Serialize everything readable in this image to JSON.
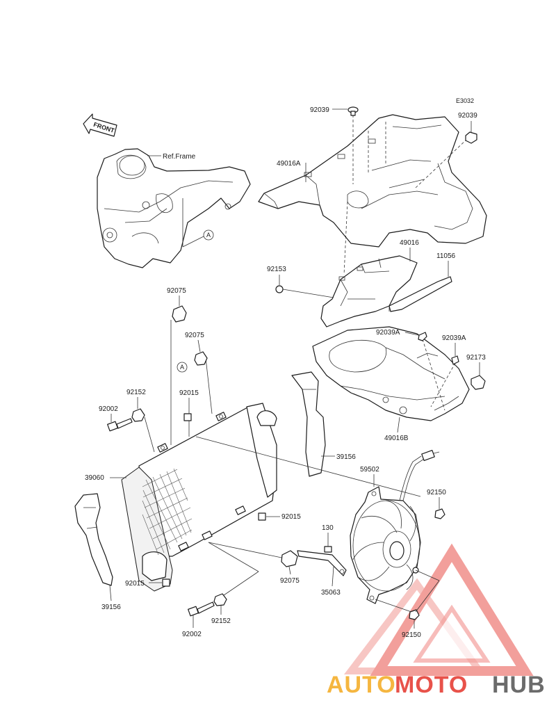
{
  "front_arrow": "FRONT",
  "ref_frame": "Ref.Frame",
  "ref_marker": "A",
  "labels": {
    "e3032": "E3032",
    "p92039_top": "92039",
    "p92039_right": "92039",
    "p49016a": "49016A",
    "p49016": "49016",
    "p11056": "11056",
    "p92153": "92153",
    "p92039a_left": "92039A",
    "p92039a_right": "92039A",
    "p92173": "92173",
    "p49016b": "49016B",
    "p92075_a": "92075",
    "p92075_b": "92075",
    "p92152_top": "92152",
    "p92002_top": "92002",
    "p92015_top": "92015",
    "p39156_right": "39156",
    "p59502": "59502",
    "p39060": "39060",
    "p92150_top": "92150",
    "p92015_mid": "92015",
    "p130": "130",
    "p92075_c": "92075",
    "p35063": "35063",
    "p92015_bot": "92015",
    "p39156_left": "39156",
    "p92152_bot": "92152",
    "p92002_bot": "92002",
    "p92150_bot": "92150"
  },
  "watermark": {
    "auto": "AUTO",
    "moto": "MOTO",
    "hub": "HUB"
  }
}
